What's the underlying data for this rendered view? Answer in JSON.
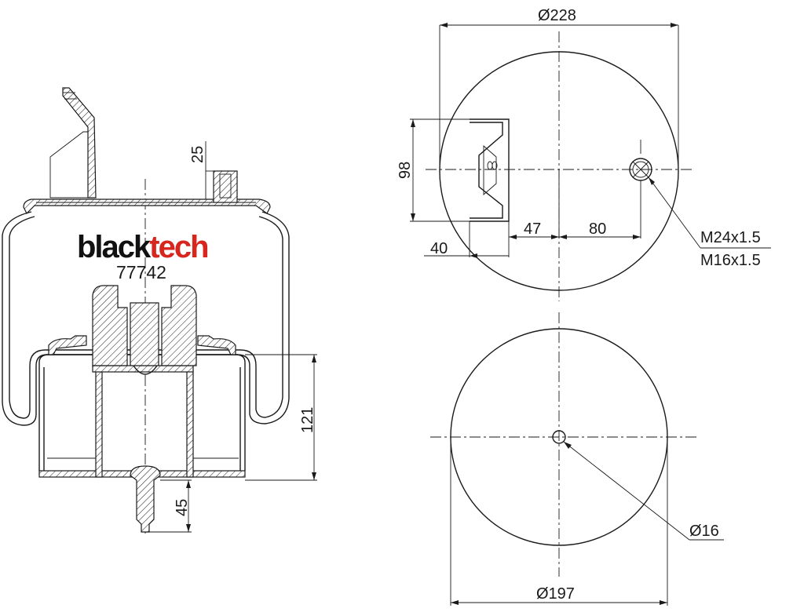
{
  "brand": {
    "name_part1": "black",
    "name_part2": "tech",
    "color_part1": "#111111",
    "color_part2": "#d7261e",
    "part_number": "77742"
  },
  "dimensions": {
    "height_top_stud": "25",
    "height_body": "121",
    "height_bottom_stud": "45",
    "top_diameter": "Ø228",
    "top_plate_height": "98",
    "offset_40": "40",
    "offset_47": "47",
    "offset_80": "80",
    "bottom_diameter": "Ø197",
    "hole_diameter": "Ø16"
  },
  "threads": {
    "thread_1": "M24x1.5",
    "thread_2": "M16x1.5"
  }
}
